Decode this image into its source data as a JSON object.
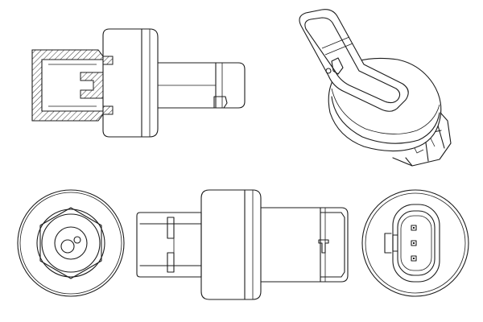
{
  "figure": {
    "views": [
      {
        "id": "section-side-view"
      },
      {
        "id": "isometric-view"
      },
      {
        "id": "thread-end-view"
      },
      {
        "id": "side-view"
      },
      {
        "id": "connector-end-view"
      }
    ],
    "colors": {
      "line": "#1c1c1c",
      "background": "#ffffff"
    }
  }
}
